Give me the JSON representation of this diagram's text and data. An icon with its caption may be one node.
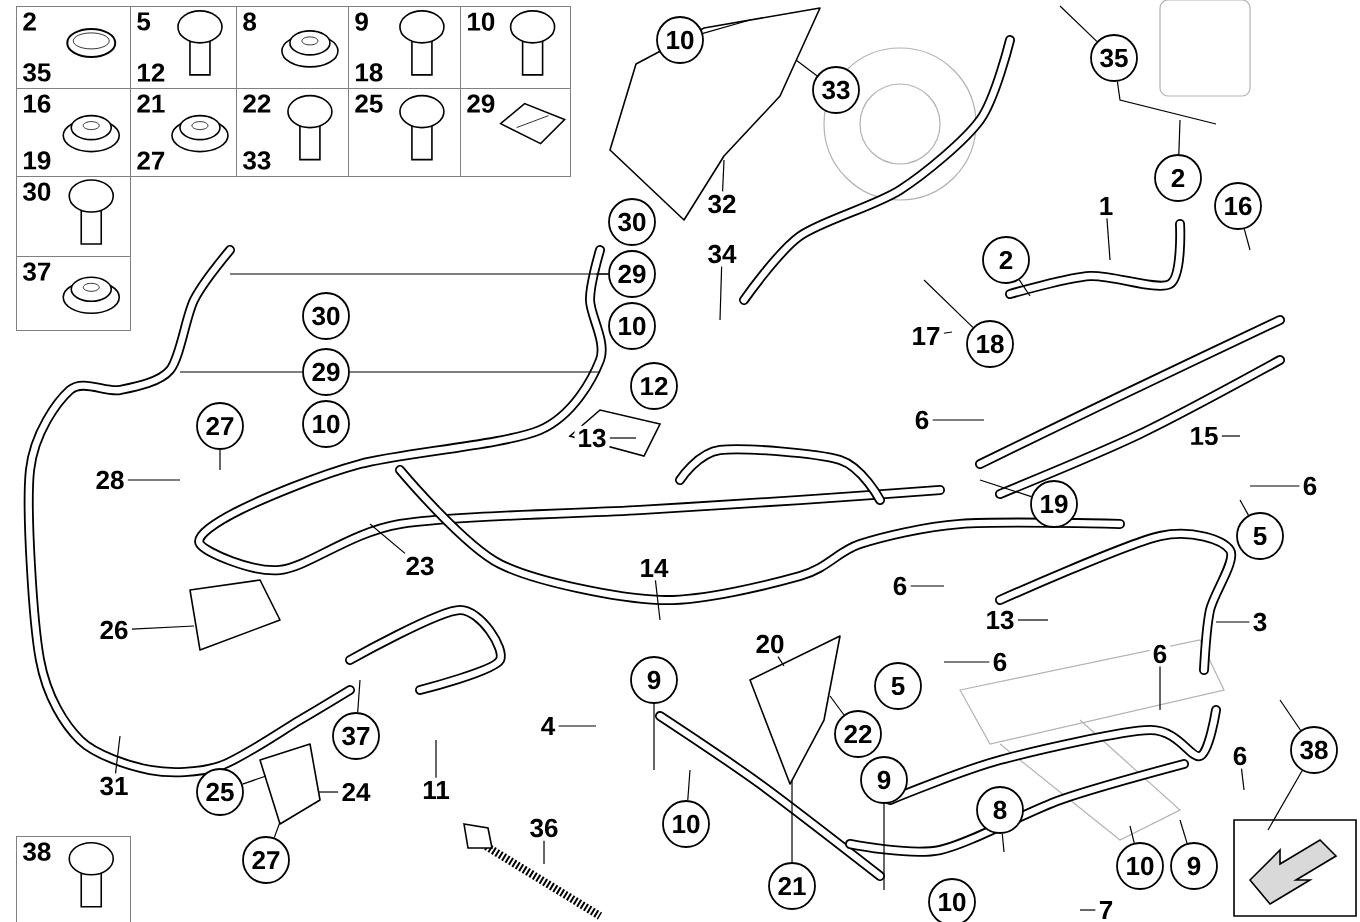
{
  "diagram": {
    "nodes": [
      {
        "text": [
          "2",
          "35"
        ]
      },
      {
        "text": [
          "5",
          "12"
        ]
      },
      {
        "text": [
          "8"
        ]
      },
      {
        "text": [
          "9",
          "18"
        ]
      },
      {
        "text": [
          "10"
        ]
      },
      {
        "text": [
          "16",
          "19"
        ]
      },
      {
        "text": [
          "21",
          "27"
        ]
      },
      {
        "text": [
          "22",
          "33"
        ]
      },
      {
        "text": [
          "25"
        ]
      },
      {
        "text": [
          "29"
        ]
      },
      {
        "text": [
          "30"
        ]
      },
      {
        "text": [
          "37"
        ]
      },
      {
        "text": [
          "10"
        ]
      },
      {
        "text": [
          "33"
        ]
      },
      {
        "text": [
          "35"
        ]
      },
      {
        "text": [
          "2"
        ]
      },
      {
        "text": [
          "1"
        ]
      },
      {
        "text": [
          "32"
        ]
      },
      {
        "text": [
          "16"
        ]
      },
      {
        "text": [
          "30"
        ]
      },
      {
        "text": [
          "2"
        ]
      },
      {
        "text": [
          "34"
        ]
      },
      {
        "text": [
          "29"
        ]
      },
      {
        "text": [
          "30"
        ]
      },
      {
        "text": [
          "10"
        ]
      },
      {
        "text": [
          "17"
        ]
      },
      {
        "text": [
          "18"
        ]
      },
      {
        "text": [
          "29"
        ]
      },
      {
        "text": [
          "12"
        ]
      },
      {
        "text": [
          "6"
        ]
      },
      {
        "text": [
          "10"
        ]
      },
      {
        "text": [
          "27"
        ]
      },
      {
        "text": [
          "13"
        ]
      },
      {
        "text": [
          "15"
        ]
      },
      {
        "text": [
          "28"
        ]
      },
      {
        "text": [
          "6"
        ]
      },
      {
        "text": [
          "19"
        ]
      },
      {
        "text": [
          "5"
        ]
      },
      {
        "text": [
          "23"
        ]
      },
      {
        "text": [
          "14"
        ]
      },
      {
        "text": [
          "6"
        ]
      },
      {
        "text": [
          "13"
        ]
      },
      {
        "text": [
          "3"
        ]
      },
      {
        "text": [
          "26"
        ]
      },
      {
        "text": [
          "6"
        ]
      },
      {
        "text": [
          "20"
        ]
      },
      {
        "text": [
          "6"
        ]
      },
      {
        "text": [
          "9"
        ]
      },
      {
        "text": [
          "5"
        ]
      },
      {
        "text": [
          "4"
        ]
      },
      {
        "text": [
          "22"
        ]
      },
      {
        "text": [
          "37"
        ]
      },
      {
        "text": [
          "38"
        ]
      },
      {
        "text": [
          "6"
        ]
      },
      {
        "text": [
          "9"
        ]
      },
      {
        "text": [
          "31"
        ]
      },
      {
        "text": [
          "11"
        ]
      },
      {
        "text": [
          "25"
        ]
      },
      {
        "text": [
          "24"
        ]
      },
      {
        "text": [
          "8"
        ]
      },
      {
        "text": [
          "10"
        ]
      },
      {
        "text": [
          "36"
        ]
      },
      {
        "text": [
          "27"
        ]
      },
      {
        "text": [
          "10"
        ]
      },
      {
        "text": [
          "9"
        ]
      },
      {
        "text": [
          "21"
        ]
      },
      {
        "text": [
          "10"
        ]
      },
      {
        "text": [
          "7"
        ]
      },
      {
        "text": [
          "38"
        ]
      },
      {
        "text": [],
        "shape": "picture"
      },
      {
        "text": [],
        "shape": "picture"
      },
      {
        "text": [],
        "shape": "picture"
      },
      {
        "text": [],
        "shape": "picture"
      }
    ],
    "edges": [
      {
        "from": 12,
        "to": 69,
        "arrow": "none"
      },
      {
        "from": 13,
        "to": 69,
        "arrow": "none"
      },
      {
        "from": 14,
        "to": null,
        "arrow": "none"
      },
      {
        "from": 14,
        "to": null,
        "arrow": "none"
      },
      {
        "from": 15,
        "to": null,
        "arrow": "none"
      },
      {
        "from": 16,
        "to": null,
        "arrow": "none"
      },
      {
        "from": 17,
        "to": 69,
        "arrow": "none"
      },
      {
        "from": 18,
        "to": null,
        "arrow": "none"
      },
      {
        "from": 20,
        "to": null,
        "arrow": "none"
      },
      {
        "from": 21,
        "to": null,
        "arrow": "none"
      },
      {
        "from": 22,
        "to": null,
        "arrow": "none"
      },
      {
        "from": 22,
        "to": null,
        "arrow": "none"
      },
      {
        "from": 25,
        "to": null,
        "arrow": "none"
      },
      {
        "from": 26,
        "to": null,
        "arrow": "none"
      },
      {
        "from": 27,
        "to": null,
        "arrow": "none"
      },
      {
        "from": 27,
        "to": null,
        "arrow": "none"
      },
      {
        "from": 29,
        "to": null,
        "arrow": "none"
      },
      {
        "from": 31,
        "to": null,
        "arrow": "none"
      },
      {
        "from": 32,
        "to": null,
        "arrow": "none"
      },
      {
        "from": 33,
        "to": null,
        "arrow": "none"
      },
      {
        "from": 34,
        "to": null,
        "arrow": "none"
      },
      {
        "from": 35,
        "to": null,
        "arrow": "none"
      },
      {
        "from": 36,
        "to": null,
        "arrow": "none"
      },
      {
        "from": 37,
        "to": null,
        "arrow": "none"
      },
      {
        "from": 38,
        "to": null,
        "arrow": "none"
      },
      {
        "from": 39,
        "to": null,
        "arrow": "none"
      },
      {
        "from": 40,
        "to": null,
        "arrow": "none"
      },
      {
        "from": 41,
        "to": null,
        "arrow": "none"
      },
      {
        "from": 42,
        "to": null,
        "arrow": "none"
      },
      {
        "from": 43,
        "to": 70,
        "arrow": "none"
      },
      {
        "from": 44,
        "to": null,
        "arrow": "none"
      },
      {
        "from": 45,
        "to": 71,
        "arrow": "none"
      },
      {
        "from": 46,
        "to": null,
        "arrow": "none"
      },
      {
        "from": 47,
        "to": null,
        "arrow": "none"
      },
      {
        "from": 49,
        "to": null,
        "arrow": "none"
      },
      {
        "from": 50,
        "to": 71,
        "arrow": "none"
      },
      {
        "from": 51,
        "to": null,
        "arrow": "none"
      },
      {
        "from": 52,
        "to": null,
        "arrow": "none"
      },
      {
        "from": 52,
        "to": null,
        "arrow": "none"
      },
      {
        "from": 53,
        "to": null,
        "arrow": "none"
      },
      {
        "from": 54,
        "to": null,
        "arrow": "none"
      },
      {
        "from": 55,
        "to": null,
        "arrow": "none"
      },
      {
        "from": 56,
        "to": null,
        "arrow": "none"
      },
      {
        "from": 57,
        "to": 72,
        "arrow": "none"
      },
      {
        "from": 58,
        "to": 72,
        "arrow": "none"
      },
      {
        "from": 59,
        "to": null,
        "arrow": "none"
      },
      {
        "from": 60,
        "to": null,
        "arrow": "none"
      },
      {
        "from": 61,
        "to": null,
        "arrow": "none"
      },
      {
        "from": 62,
        "to": 72,
        "arrow": "none"
      },
      {
        "from": 63,
        "to": null,
        "arrow": "none"
      },
      {
        "from": 64,
        "to": null,
        "arrow": "none"
      },
      {
        "from": 65,
        "to": 71,
        "arrow": "none"
      },
      {
        "from": 67,
        "to": null,
        "arrow": "none"
      }
    ]
  }
}
